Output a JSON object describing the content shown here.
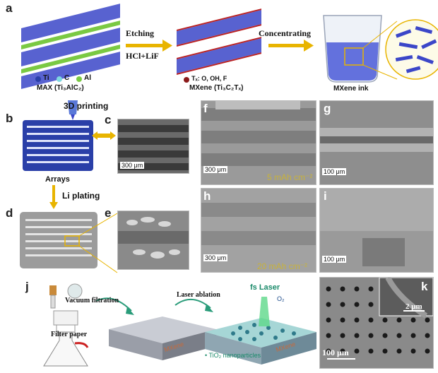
{
  "panels": {
    "a": "a",
    "b": "b",
    "c": "c",
    "d": "d",
    "e": "e",
    "f": "f",
    "g": "g",
    "h": "h",
    "i": "i",
    "j": "j",
    "k": "k"
  },
  "panel_a": {
    "step1": "Etching",
    "reagent": "HCl+LiF",
    "step2": "Concentrating",
    "legend_ti": "Ti",
    "legend_c": "C",
    "legend_al": "Al",
    "max_label": "MAX (Ti₃AlC₂)",
    "tx_label": "Tₓ: O, OH, F",
    "mxene_label": "MXene (Ti₃C₂Tₓ)",
    "ink_label": "MXene ink"
  },
  "panel_b": {
    "printing": "3D printing",
    "arrays": "Arrays",
    "plating": "Li plating"
  },
  "panel_c": {
    "scale": "300 μm"
  },
  "panel_f": {
    "scale": "300 μm",
    "capacity": "5 mAh cm⁻²"
  },
  "panel_g": {
    "scale": "100 μm"
  },
  "panel_h": {
    "scale": "300 μm",
    "capacity": "20 mAh cm⁻²"
  },
  "panel_i": {
    "scale": "100 μm"
  },
  "panel_j": {
    "vacuum": "Vacuum filtration",
    "filter": "Filter paper",
    "laser": "Laser ablation",
    "fs": "fs Laser",
    "o2": "O₂",
    "mxene1": "MXene",
    "mxene2": "MXene",
    "tio2": "• TiO₂ nanoparticles"
  },
  "panel_k": {
    "inset_scale": "2 μm",
    "scale": "100 μm"
  },
  "colors": {
    "ti": "#2a3fa8",
    "c": "#7fd8e0",
    "al": "#7ac943",
    "tx": "#8b1a1a",
    "arrow": "#e8b400",
    "blue": "#3b46c8",
    "yellow": "#c8b23a"
  }
}
